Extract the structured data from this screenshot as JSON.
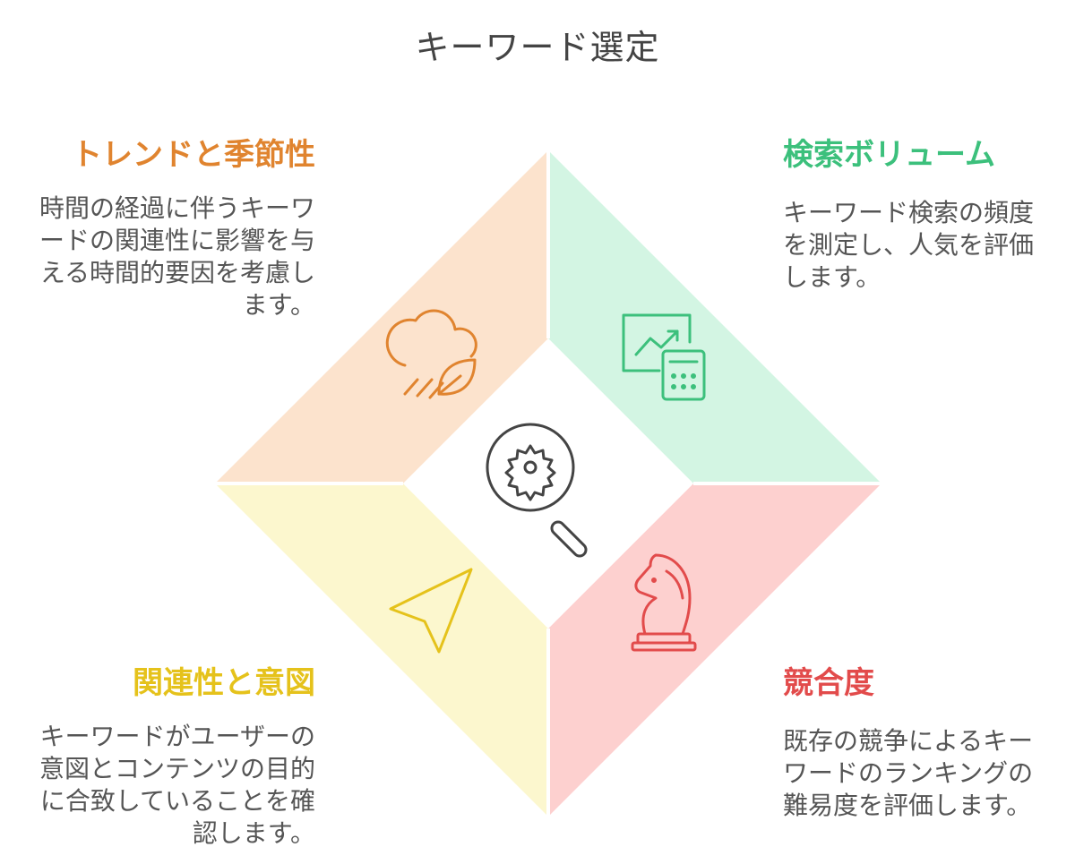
{
  "title": "キーワード選定",
  "colors": {
    "trend_fill": "#FCE3CD",
    "trend_stroke": "#E0842F",
    "volume_fill": "#D3F5E3",
    "volume_stroke": "#3CC07C",
    "relevance_fill": "#FCF7CE",
    "relevance_stroke": "#E5C21B",
    "competition_fill": "#FDD0CF",
    "competition_stroke": "#E24B4B",
    "center_stroke": "#444444"
  },
  "sections": {
    "trend": {
      "heading": "トレンドと季節性",
      "description": "時間の経過に伴うキーワードの関連性に影響を与える時間的要因を考慮します。",
      "icon": "weather-leaf-icon"
    },
    "volume": {
      "heading": "検索ボリューム",
      "description": "キーワード検索の頻度を測定し、人気を評価します。",
      "icon": "chart-calculator-icon"
    },
    "relevance": {
      "heading": "関連性と意図",
      "description": "キーワードがユーザーの意図とコンテンツの目的に合致していることを確認します。",
      "icon": "navigation-arrow-icon"
    },
    "competition": {
      "heading": "競合度",
      "description": "既存の競争によるキーワードのランキングの難易度を評価します。",
      "icon": "chess-knight-icon"
    }
  },
  "center_icon": "search-gear-icon"
}
